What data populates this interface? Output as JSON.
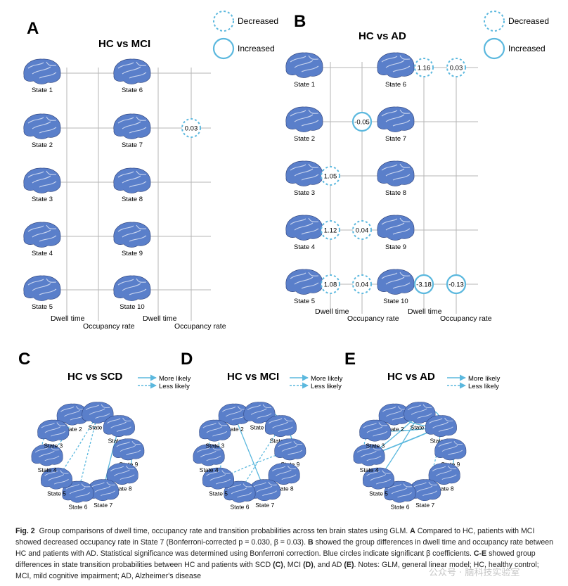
{
  "panels": {
    "A": {
      "letter": "A",
      "title": "HC vs MCI"
    },
    "B": {
      "letter": "B",
      "title": "HC vs AD"
    },
    "C": {
      "letter": "C",
      "title": "HC vs SCD"
    },
    "D": {
      "letter": "D",
      "title": "HC vs MCI"
    },
    "E": {
      "letter": "E",
      "title": "HC vs AD"
    }
  },
  "legend_circles": {
    "decreased": "Decreased",
    "increased": "Increased"
  },
  "legend_arrows": {
    "more": "More likely",
    "less": "Less likely"
  },
  "states": [
    "State 1",
    "State 2",
    "State 3",
    "State 4",
    "State 5",
    "State 6",
    "State 7",
    "State 8",
    "State 9",
    "State 10"
  ],
  "axis_labels": {
    "dwell": "Dwell time",
    "occupancy": "Occupancy rate"
  },
  "panelA_values": [
    {
      "state": "State 7",
      "measure": "Occupancy rate",
      "value": "0.03",
      "kind": "decreased"
    }
  ],
  "panelB_values": [
    {
      "state": "State 6",
      "measure": "Dwell time",
      "value": "1.16",
      "kind": "decreased"
    },
    {
      "state": "State 6",
      "measure": "Occupancy rate",
      "value": "0.03",
      "kind": "decreased"
    },
    {
      "state": "State 2",
      "measure": "Occupancy rate",
      "value": "-0.05",
      "kind": "increased"
    },
    {
      "state": "State 3",
      "measure": "Dwell time",
      "value": "1.05",
      "kind": "decreased"
    },
    {
      "state": "State 4",
      "measure": "Dwell time",
      "value": "1.12",
      "kind": "decreased"
    },
    {
      "state": "State 4",
      "measure": "Occupancy rate",
      "value": "0.04",
      "kind": "decreased"
    },
    {
      "state": "State 5",
      "measure": "Dwell time",
      "value": "1.08",
      "kind": "decreased"
    },
    {
      "state": "State 5",
      "measure": "Occupancy rate",
      "value": "0.04",
      "kind": "decreased"
    },
    {
      "state": "State 10",
      "measure": "Dwell time",
      "value": "-3.18",
      "kind": "increased"
    },
    {
      "state": "State 10",
      "measure": "Occupancy rate",
      "value": "-0.13",
      "kind": "increased"
    }
  ],
  "caption": {
    "label": "Fig. 2",
    "p1": "Group comparisons of dwell time, occupancy rate and transition probabilities across ten brain states using GLM.",
    "bA": "A",
    "p2": "Compared to HC, patients with MCI showed decreased occupancy rate in State 7 (Bonferroni-corrected p = 0.030, β = 0.03).",
    "bB": "B",
    "p3": "showed the group differences in dwell time and occupancy rate between HC and patients with AD. Statistical significance was determined using Bonferroni correction. Blue circles indicate significant β coefficients.",
    "bCE": "C-E",
    "p4": "showed group differences in state transition probabilities between HC and patients with SCD",
    "c": "(C)",
    "p5": ", MCI",
    "d": "(D)",
    "p6": ", and AD",
    "e": "(E)",
    "p7": ". Notes: GLM, general linear model; HC, healthy control; MCI, mild cognitive impairment; AD, Alzheimer's disease"
  },
  "watermark": "公众号 · 脑科技实验室",
  "colors": {
    "accent": "#5bb8de",
    "brain_blue": "#4f74c4",
    "brain_red": "#d2543e",
    "grid": "#b5b5b5"
  }
}
